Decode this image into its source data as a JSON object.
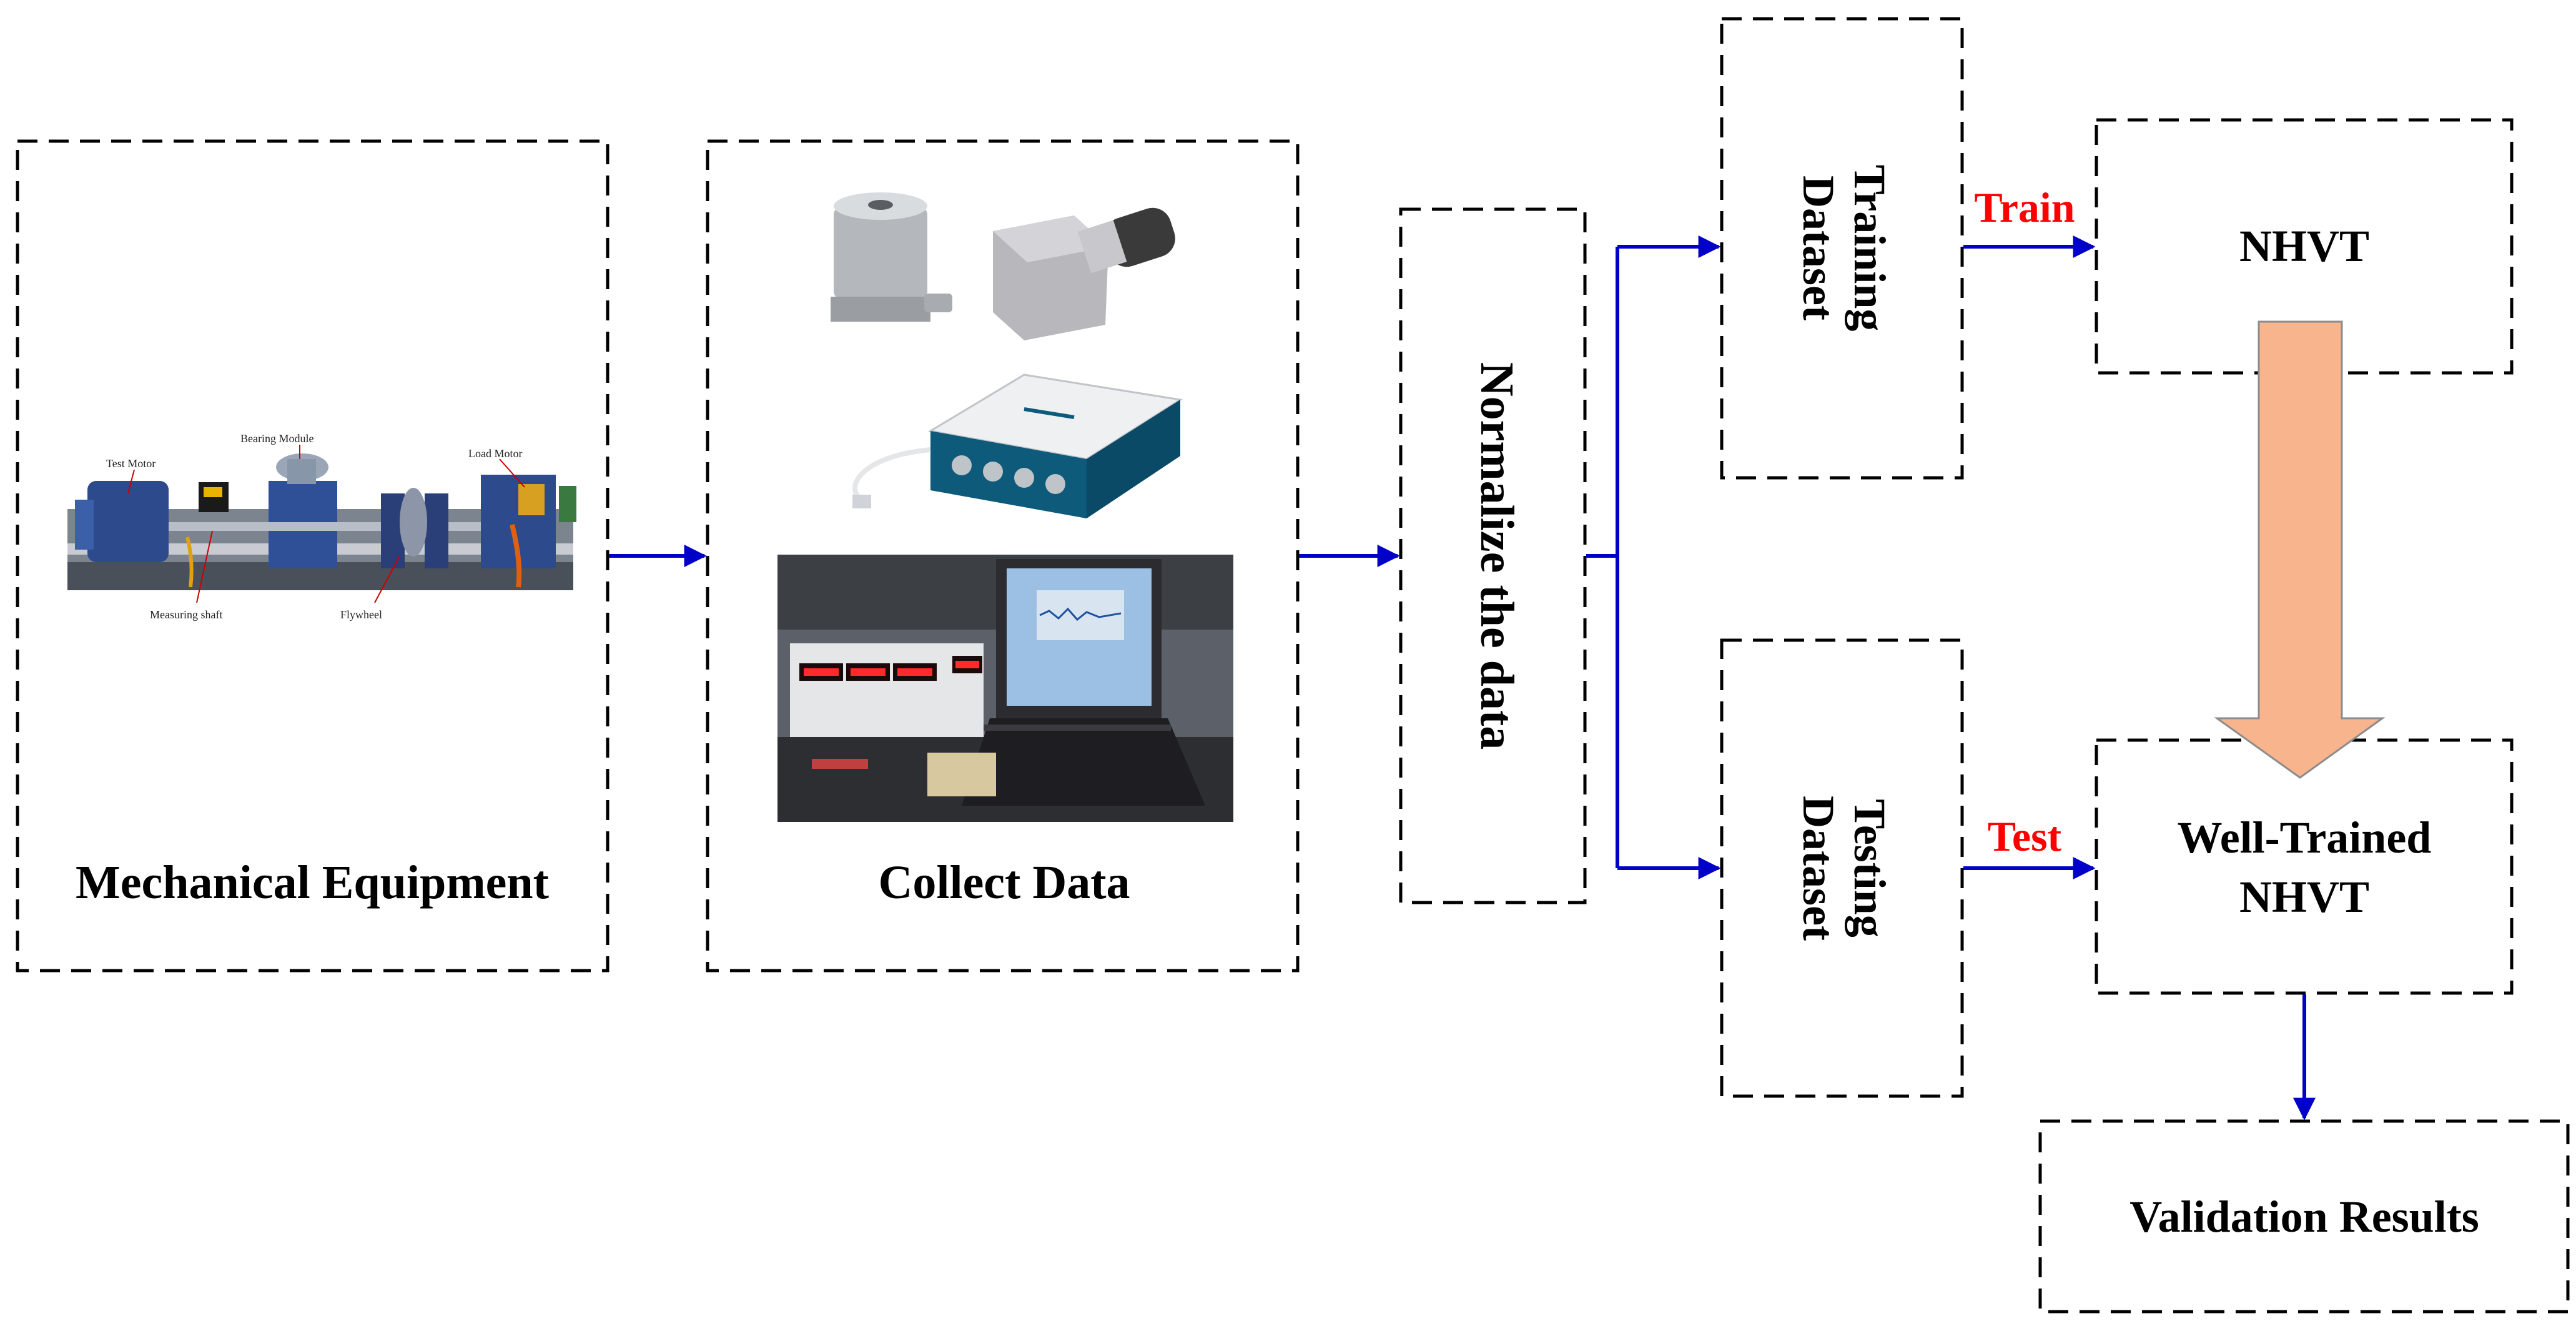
{
  "boxes": {
    "mechanical_equipment": "Mechanical Equipment",
    "collect_data": "Collect Data",
    "normalize": "Normalize the data",
    "training_dataset_line1": "Training",
    "training_dataset_line2": "Dataset",
    "testing_dataset_line1": "Testing",
    "testing_dataset_line2": "Dataset",
    "nhvt": "NHVT",
    "well_trained_line1": "Well-Trained",
    "well_trained_line2": "NHVT",
    "validation": "Validation Results"
  },
  "edge_labels": {
    "train": "Train",
    "test": "Test"
  },
  "test_rig_labels": {
    "test_motor": "Test Motor",
    "bearing_module": "Bearing Module",
    "load_motor": "Load Motor",
    "measuring_shaft": "Measuring shaft",
    "flywheel": "Flywheel"
  },
  "colors": {
    "arrow": "#0000c8",
    "edge_label": "#ff0000",
    "big_arrow_fill": "#f8b48c",
    "big_arrow_stroke": "#8c8c8c",
    "border": "#000000"
  }
}
